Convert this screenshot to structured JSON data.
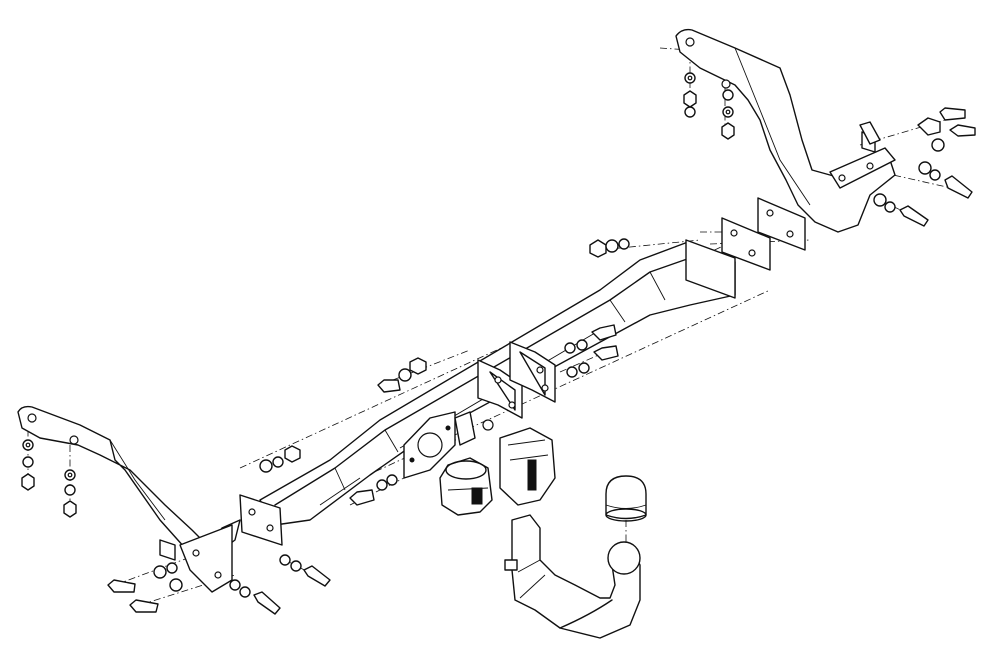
{
  "diagram": {
    "kind": "exploded-assembly",
    "subject": "tow-bar",
    "line_color": "#111111",
    "background": "#ffffff",
    "parts": [
      "cross-beam",
      "left-bracket",
      "right-bracket",
      "center-mount-plates",
      "end-spacer-plates",
      "electrical-socket-plate",
      "socket-housing",
      "towball-receiver",
      "detachable-towball",
      "towball-cap",
      "fastener-sets"
    ]
  }
}
